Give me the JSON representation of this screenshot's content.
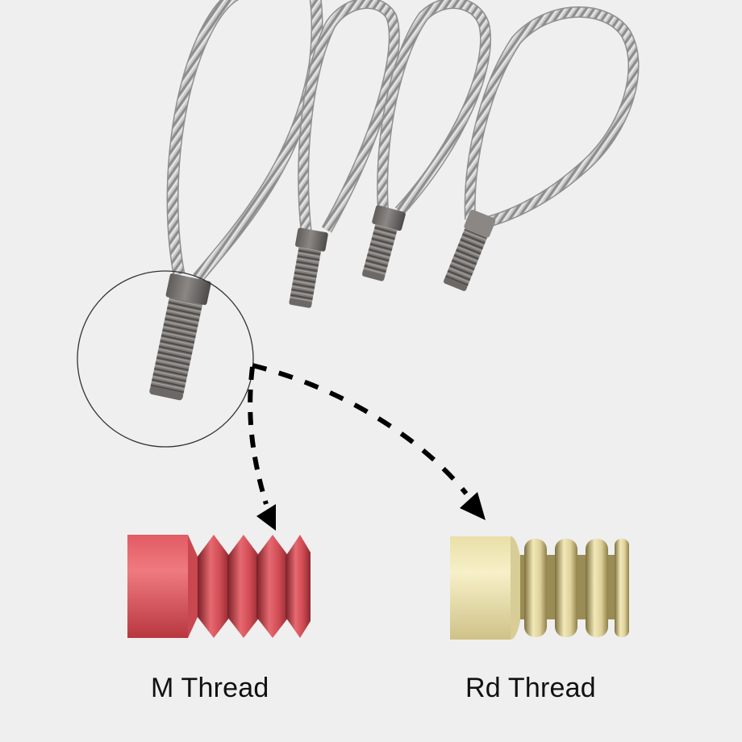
{
  "figure": {
    "subject": "Wire rope loop assemblies with threaded swaged stud terminals",
    "background_color": "#efefef",
    "cable_count": 4,
    "highlight": {
      "shape": "circle",
      "target": "threaded-stud-terminal"
    },
    "connectors": [
      {
        "style": "dashed-arrow",
        "from": "highlight-circle",
        "to": "m-thread"
      },
      {
        "style": "dashed-arrow",
        "from": "highlight-circle",
        "to": "rd-thread"
      }
    ]
  },
  "thread_types": [
    {
      "id": "m",
      "label": "M Thread",
      "profile": "triangular / sharp (metric)",
      "color": "#d9545c"
    },
    {
      "id": "rd",
      "label": "Rd Thread",
      "profile": "rounded",
      "color": "#e6ddaa"
    }
  ]
}
